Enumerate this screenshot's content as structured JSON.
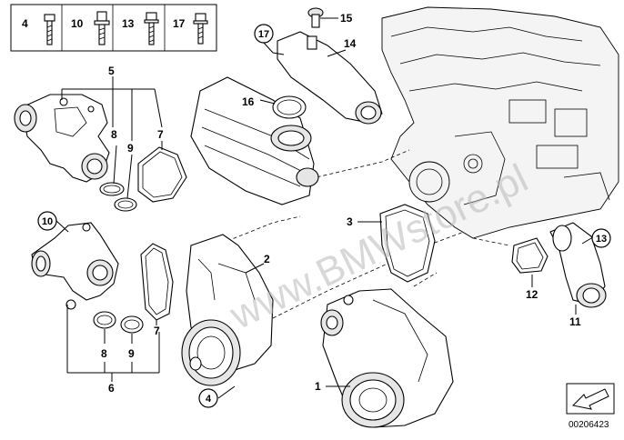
{
  "diagram": {
    "legend_numbers": [
      "4",
      "10",
      "13",
      "17"
    ],
    "callouts": {
      "c1": "1",
      "c2": "2",
      "c3": "3",
      "c4": "4",
      "c5": "5",
      "c6": "6",
      "c7a": "7",
      "c7b": "7",
      "c8a": "8",
      "c8b": "8",
      "c9a": "9",
      "c9b": "9",
      "c10": "10",
      "c11": "11",
      "c12": "12",
      "c13": "13",
      "c14": "14",
      "c15": "15",
      "c16": "16",
      "c17": "17"
    },
    "watermark": "www.BMWstore.pl",
    "part_number": "00206423"
  }
}
